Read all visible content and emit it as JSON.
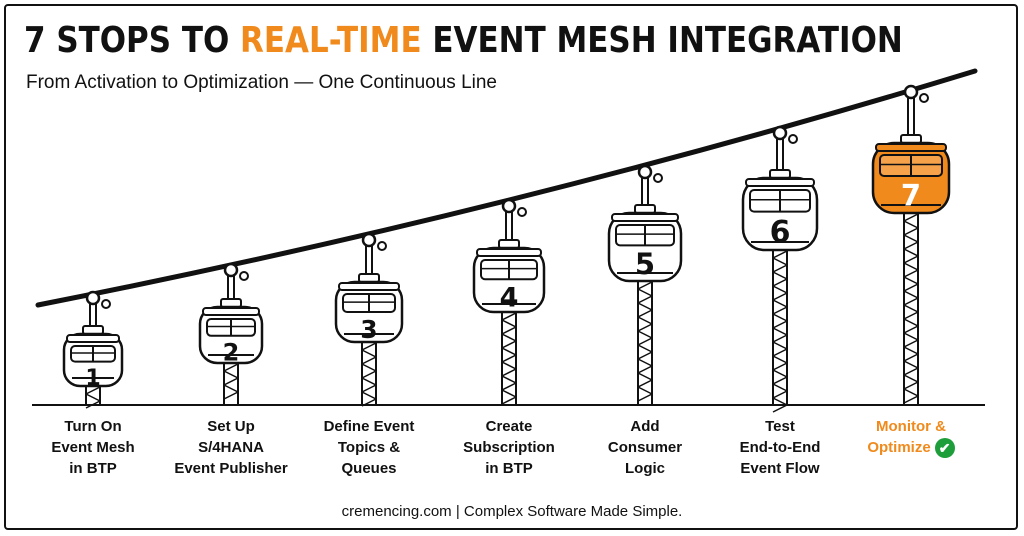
{
  "title": {
    "prefix": "7 STOPS TO ",
    "highlight": "REAL-TIME",
    "suffix": " EVENT MESH INTEGRATION"
  },
  "subtitle": "From Activation to Optimization — One Continuous Line",
  "accent_color": "#f08a1c",
  "check_color": "#1e9e3a",
  "stops": [
    {
      "number": "1",
      "lines": [
        "Turn On",
        "Event Mesh",
        "in BTP"
      ],
      "highlight": false
    },
    {
      "number": "2",
      "lines": [
        "Set Up",
        "S/4HANA",
        "Event Publisher"
      ],
      "highlight": false
    },
    {
      "number": "3",
      "lines": [
        "Define Event",
        "Topics &",
        "Queues"
      ],
      "highlight": false
    },
    {
      "number": "4",
      "lines": [
        "Create",
        "Subscription",
        "in BTP"
      ],
      "highlight": false
    },
    {
      "number": "5",
      "lines": [
        "Add",
        "Consumer",
        "Logic"
      ],
      "highlight": false
    },
    {
      "number": "6",
      "lines": [
        "Test",
        "End-to-End",
        "Event Flow"
      ],
      "highlight": false
    },
    {
      "number": "7",
      "lines": [
        "Monitor &",
        "Optimize"
      ],
      "highlight": true,
      "icon": "check-circle-icon"
    }
  ],
  "footer": "cremencing.com  |  Complex Software Made Simple."
}
